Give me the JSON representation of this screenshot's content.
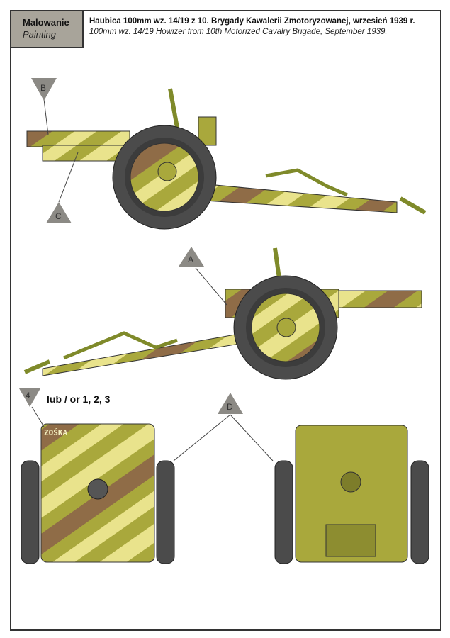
{
  "header": {
    "section_pl": "Malowanie",
    "section_en": "Painting",
    "title_pl": "Haubica 100mm wz. 14/19 z 10. Brygady Kawalerii Zmotoryzowanej, wrzesień 1939 r.",
    "title_en": "100mm wz. 14/19 Howizer from 10th Motorized Cavalry Brigade, September 1939."
  },
  "markers": {
    "b": "B",
    "c": "C",
    "a": "A",
    "four": "4",
    "d": "D"
  },
  "scheme_note": "lub / or 1, 2, 3",
  "vehicle_name": "ZOŚKA",
  "colors": {
    "olive": "#a9a83c",
    "sand": "#e9e38c",
    "brown": "#8f6c47",
    "tyre": "#4b4b4b",
    "header_bg": "#a8a49a"
  }
}
